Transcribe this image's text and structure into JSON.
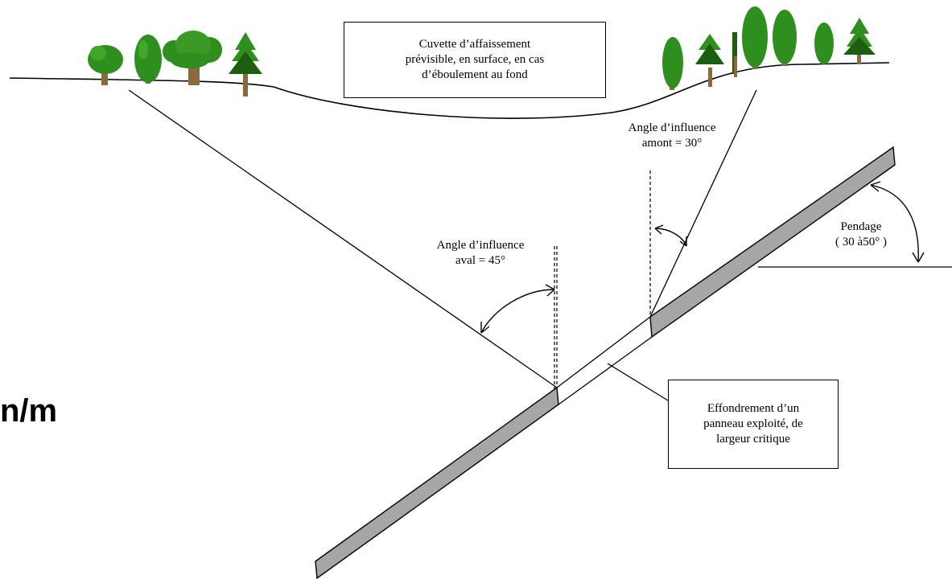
{
  "labels": {
    "subsidence_bowl": "Cuvette d’affaissement\nprévisible, en surface, en cas\nd’éboulement au fond",
    "upstream_angle": "Angle d’influence\namont = 30°",
    "downstream_angle": "Angle d’influence\naval = 45°",
    "dip": "Pendage\n( 30 à50° )",
    "collapse": "Effondrement d’un\npanneau exploité, de\nlargeur critique",
    "edge_fragment": "n/m"
  },
  "colors": {
    "line": "#000000",
    "seam_fill": "#a6a6a6",
    "tree_green": "#2f8f1e",
    "tree_dark": "#1c5e10",
    "trunk": "#8a6a3c"
  }
}
